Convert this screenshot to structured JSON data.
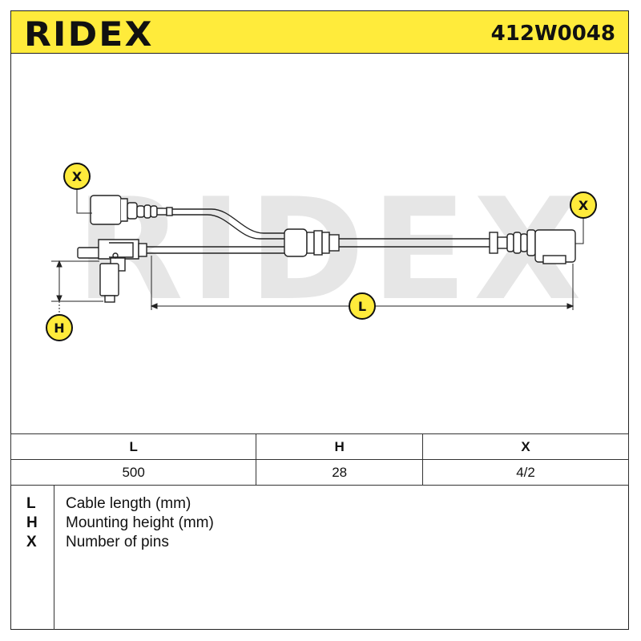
{
  "header": {
    "brand": "RIDEX",
    "part_number": "412W0048",
    "accent_color": "#ffeb3b"
  },
  "diagram": {
    "label_x": "X",
    "label_h": "H",
    "label_l": "L",
    "watermark": "RIDEX"
  },
  "table": {
    "headers": [
      "L",
      "H",
      "X"
    ],
    "values": [
      "500",
      "28",
      "4/2"
    ]
  },
  "legend": [
    {
      "key": "L",
      "desc": "Cable length (mm)"
    },
    {
      "key": "H",
      "desc": "Mounting height (mm)"
    },
    {
      "key": "X",
      "desc": "Number of pins"
    }
  ]
}
